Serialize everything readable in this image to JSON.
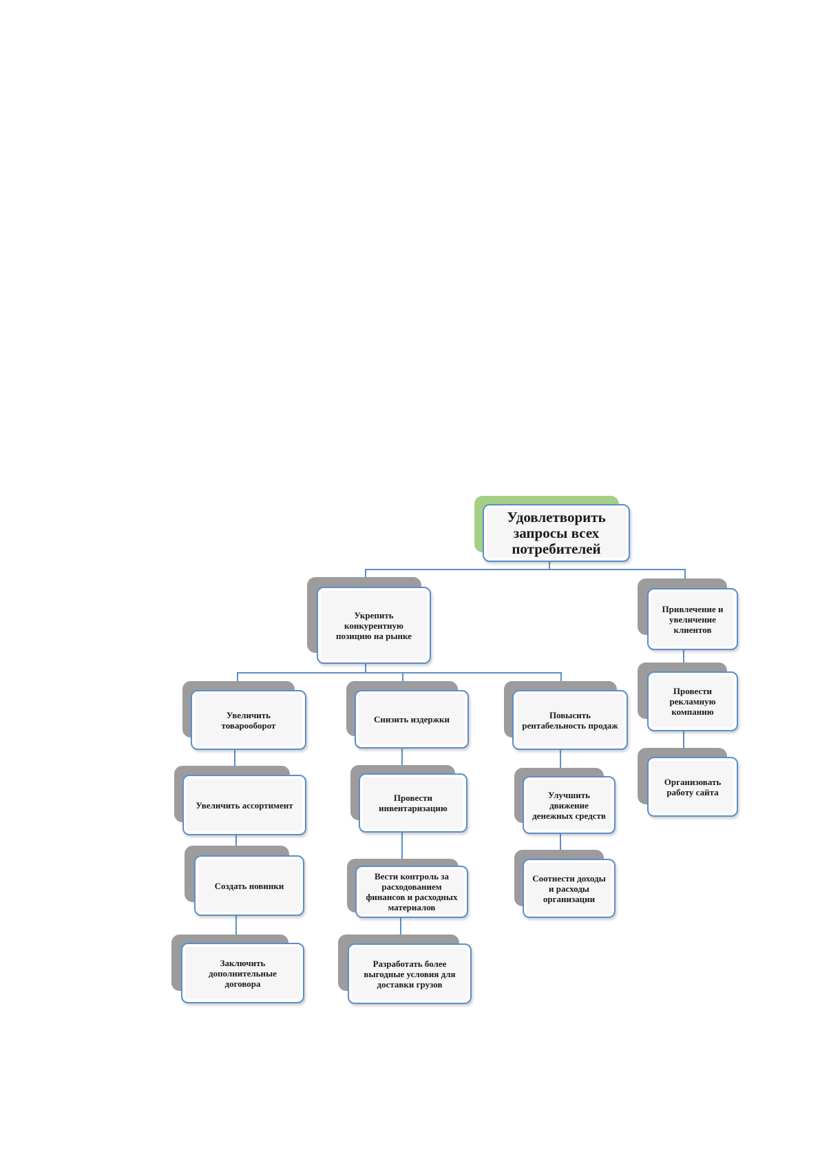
{
  "diagram": {
    "root": "Удовлетворить\nзапросы всех\nпотребителей",
    "branch_competitive": {
      "title": "Укрепить\nконкурентную\nпозицию на рынке",
      "col_turnover": {
        "title": "Увеличить\nтоварооборот",
        "items": [
          "Увеличить ассортимент",
          "Создать новинки",
          "Заключить\nдополнительные\nдоговора"
        ]
      },
      "col_costs": {
        "title": "Снизить издержки",
        "items": [
          "Провести\nинвентаризацию",
          "Вести контроль за\nрасходованием\nфинансов и расходных\nматериалов",
          "Разработать более\nвыгодные  условия для\nдоставки  грузов"
        ]
      },
      "col_profit": {
        "title": "Повысить\nрентабельность продаж",
        "items": [
          "Улучшить\nдвижение\nденежных средств",
          "Соотнести доходы\nи расходы\nорганизации"
        ]
      }
    },
    "branch_clients": {
      "title": "Привлечение и\nувеличение\nклиентов",
      "items": [
        "Провести\nрекламную\nкомпанию",
        "Организовать\nработу сайта"
      ]
    }
  }
}
